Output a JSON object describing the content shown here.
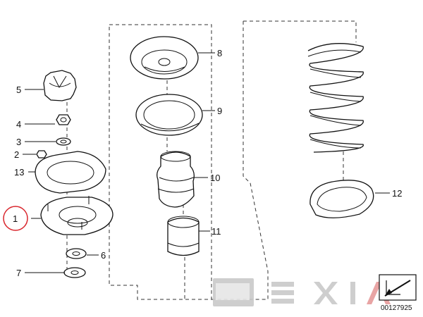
{
  "callouts": {
    "c1": "1",
    "c2": "2",
    "c3": "3",
    "c4": "4",
    "c5": "5",
    "c6": "6",
    "c7": "7",
    "c8": "8",
    "c9": "9",
    "c10": "10",
    "c11": "11",
    "c12": "12",
    "c13": "13"
  },
  "highlight_color": "#d9262d",
  "watermark": {
    "text": "EXIA",
    "color": "#c9c9c9"
  },
  "footer": {
    "image_code": "00127925"
  }
}
